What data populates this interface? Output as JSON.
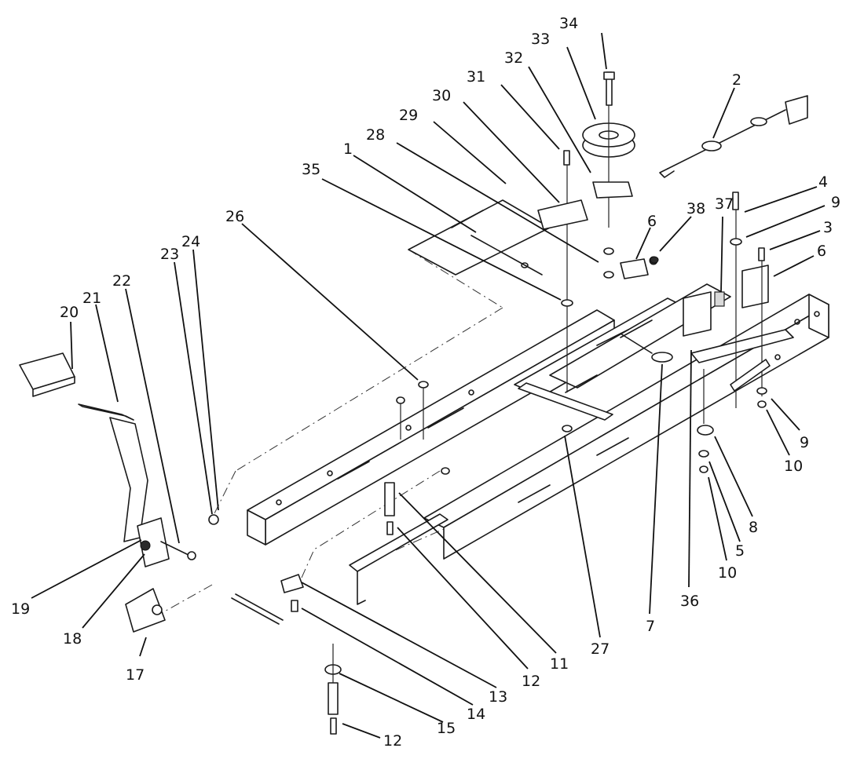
{
  "callouts": [
    {
      "id": "c34a",
      "label": "34"
    },
    {
      "id": "c33",
      "label": "33"
    },
    {
      "id": "c32",
      "label": "32"
    },
    {
      "id": "c31",
      "label": "31"
    },
    {
      "id": "c30",
      "label": "30"
    },
    {
      "id": "c29",
      "label": "29"
    },
    {
      "id": "c28",
      "label": "28"
    },
    {
      "id": "c1",
      "label": "1"
    },
    {
      "id": "c35",
      "label": "35"
    },
    {
      "id": "c2",
      "label": "2"
    },
    {
      "id": "c4",
      "label": "4"
    },
    {
      "id": "c9a",
      "label": "9"
    },
    {
      "id": "c3",
      "label": "3"
    },
    {
      "id": "c6a",
      "label": "6"
    },
    {
      "id": "c6b",
      "label": "6"
    },
    {
      "id": "c38",
      "label": "38"
    },
    {
      "id": "c37",
      "label": "37"
    },
    {
      "id": "c26",
      "label": "26"
    },
    {
      "id": "c24",
      "label": "24"
    },
    {
      "id": "c23",
      "label": "23"
    },
    {
      "id": "c22",
      "label": "22"
    },
    {
      "id": "c21",
      "label": "21"
    },
    {
      "id": "c20",
      "label": "20"
    },
    {
      "id": "c9b",
      "label": "9"
    },
    {
      "id": "c10a",
      "label": "10"
    },
    {
      "id": "c8",
      "label": "8"
    },
    {
      "id": "c5",
      "label": "5"
    },
    {
      "id": "c10b",
      "label": "10"
    },
    {
      "id": "c36",
      "label": "36"
    },
    {
      "id": "c7",
      "label": "7"
    },
    {
      "id": "c27",
      "label": "27"
    },
    {
      "id": "c11",
      "label": "11"
    },
    {
      "id": "c12a",
      "label": "12"
    },
    {
      "id": "c13",
      "label": "13"
    },
    {
      "id": "c14",
      "label": "14"
    },
    {
      "id": "c15",
      "label": "15"
    },
    {
      "id": "c12b",
      "label": "12"
    },
    {
      "id": "c19",
      "label": "19"
    },
    {
      "id": "c18",
      "label": "18"
    },
    {
      "id": "c17",
      "label": "17"
    }
  ]
}
